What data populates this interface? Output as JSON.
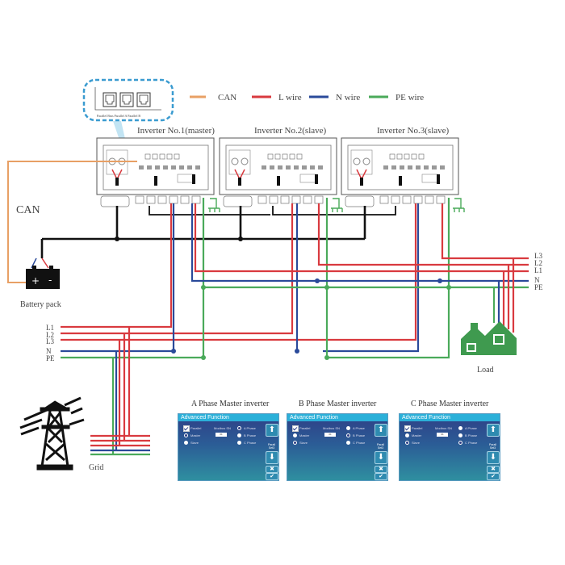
{
  "legend": {
    "items": [
      {
        "label": "CAN",
        "color": "#e8a065"
      },
      {
        "label": "L wire",
        "color": "#d93a3f"
      },
      {
        "label": "N wire",
        "color": "#2a4a9a"
      },
      {
        "label": "PE wire",
        "color": "#4aaa5a"
      }
    ]
  },
  "callout": {
    "port_labels": "Parallel Bms  Parallel A  Parallel B"
  },
  "inverters": [
    {
      "label": "Inverter No.1(master)"
    },
    {
      "label": "Inverter No.2(slave)"
    },
    {
      "label": "Inverter No.3(slave)"
    }
  ],
  "labels": {
    "can": "CAN",
    "battery": "Battery pack",
    "battery_plus": "+",
    "battery_minus": "-",
    "load": "Load",
    "grid": "Grid"
  },
  "load_bus": [
    "L3",
    "L2",
    "L1",
    "N",
    "PE"
  ],
  "grid_bus": [
    "L1",
    "L2",
    "L3",
    "N",
    "PE"
  ],
  "colors": {
    "can": "#e8a065",
    "l": "#d93a3f",
    "n": "#2a4a9a",
    "pe": "#4aaa5a",
    "dc": "#111111",
    "panel_header": "#2bb0d9"
  },
  "panels": [
    {
      "caption": "A Phase Master inverter",
      "title": "Advanced Function",
      "parallel_label": "Parallel",
      "master_label": "Master",
      "slave_label": "Slave",
      "modbus_label": "Modbus SN",
      "modbus_value": "01",
      "phase_options": [
        "A Phase",
        "B Phase",
        "C Phase"
      ],
      "selected_phase": "A Phase",
      "side_text": "Parall Set3",
      "up": "⬆",
      "down": "⬇",
      "cancel": "✖",
      "ok": "✔"
    },
    {
      "caption": "B Phase Master inverter",
      "title": "Advanced Function",
      "parallel_label": "Parallel",
      "master_label": "Master",
      "slave_label": "Slave",
      "modbus_label": "Modbus SN",
      "modbus_value": "01",
      "phase_options": [
        "A Phase",
        "B Phase",
        "C Phase"
      ],
      "selected_phase": "B Phase",
      "side_text": "Parall Set3",
      "up": "⬆",
      "down": "⬇",
      "cancel": "✖",
      "ok": "✔"
    },
    {
      "caption": "C Phase Master inverter",
      "title": "Advanced Function",
      "parallel_label": "Parallel",
      "master_label": "Master",
      "slave_label": "Slave",
      "modbus_label": "Modbus SN",
      "modbus_value": "01",
      "phase_options": [
        "A Phase",
        "B Phase",
        "C Phase"
      ],
      "selected_phase": "C Phase",
      "side_text": "Parall Set3",
      "up": "⬆",
      "down": "⬇",
      "cancel": "✖",
      "ok": "✔"
    }
  ]
}
